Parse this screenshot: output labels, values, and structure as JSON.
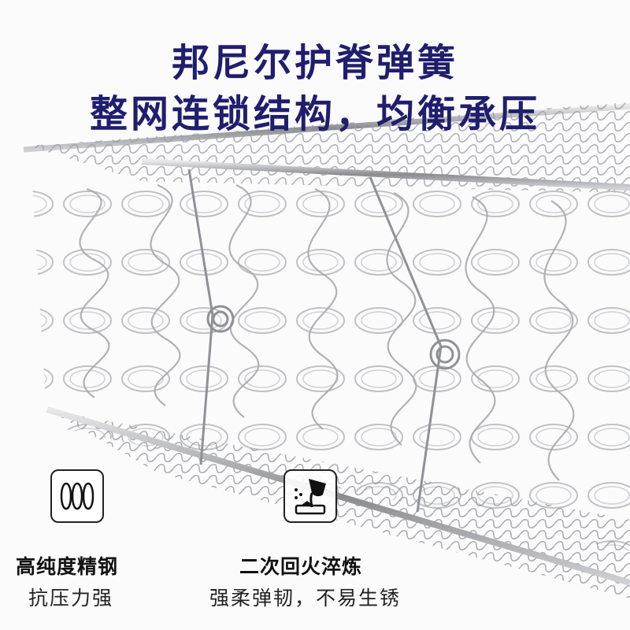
{
  "headline": {
    "line1": "邦尼尔护脊弹簧",
    "line2": "整网连锁结构，均衡承压"
  },
  "features": [
    {
      "icon": "coil-spring-icon",
      "title": "高纯度精钢",
      "subtitle": "抗压力强"
    },
    {
      "icon": "pouring-ladle-icon",
      "title": "二次回火淬炼",
      "subtitle": "强柔弹韧，不易生锈"
    }
  ],
  "colors": {
    "headline": "#1f1e6e",
    "text": "#111111",
    "icon_border": "#222222"
  }
}
